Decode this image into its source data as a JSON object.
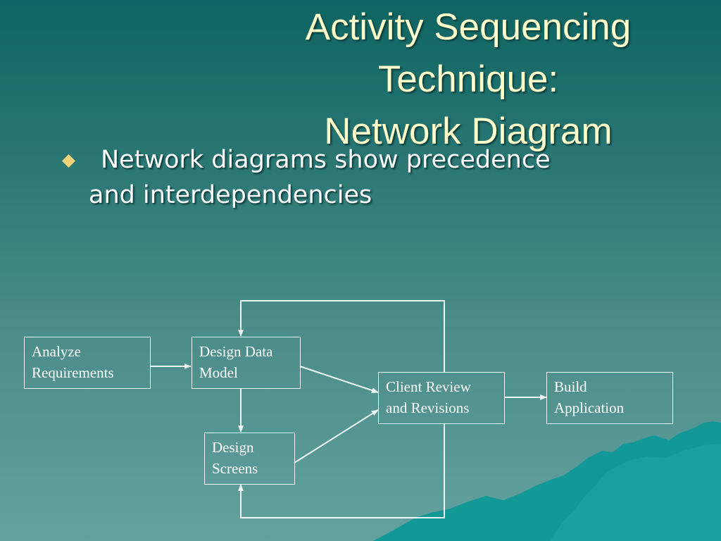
{
  "slide": {
    "title_lines": [
      "Activity Sequencing",
      "Technique:",
      "Network Diagram"
    ],
    "bullet": {
      "line1": "Network diagrams show precedence",
      "line2": "and interdependencies"
    }
  },
  "diagram": {
    "nodes": {
      "analyze": [
        "Analyze",
        "Requirements"
      ],
      "design_data_model": [
        "Design Data",
        "Model"
      ],
      "design_screens": [
        "Design",
        "Screens"
      ],
      "client_review": [
        "Client Review",
        "and Revisions"
      ],
      "build": [
        "Build",
        "Application"
      ]
    },
    "edges": [
      {
        "from": "Analyze Requirements",
        "to": "Design Data Model"
      },
      {
        "from": "Design Data Model",
        "to": "Client Review and Revisions"
      },
      {
        "from": "Design Data Model",
        "to": "Design Screens"
      },
      {
        "from": "Design Screens",
        "to": "Client Review and Revisions"
      },
      {
        "from": "Client Review and Revisions",
        "to": "Design Data Model"
      },
      {
        "from": "Client Review and Revisions",
        "to": "Design Screens"
      },
      {
        "from": "Client Review and Revisions",
        "to": "Build Application"
      }
    ]
  },
  "colors": {
    "title": "#ffffcc",
    "text": "#ffffff",
    "line": "#eef6f5",
    "bullet": "#f2d37a",
    "background_top": "#0e6462",
    "background_bottom": "#63a19d",
    "decoration": "#0f9898"
  }
}
